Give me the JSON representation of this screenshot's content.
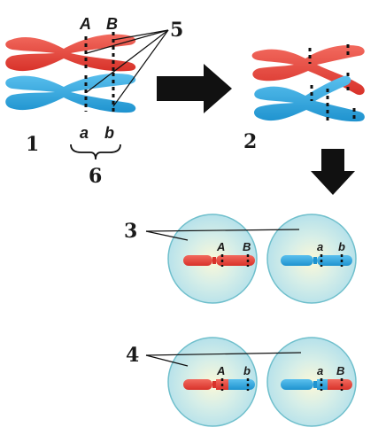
{
  "colors": {
    "red": "#e8403a",
    "red_dark": "#c9281f",
    "blue": "#37a8e0",
    "blue_dark": "#1d88c3",
    "cell_fill": "#bfe6ec",
    "cell_stroke": "#6fbfcc",
    "cell_center": "#f8f6d2"
  },
  "labels": {
    "n1": "1",
    "n2": "2",
    "n3": "3",
    "n4": "4",
    "n5": "5",
    "n6": "6"
  },
  "genes": {
    "top_A": "A",
    "top_B": "B",
    "bottom_a": "a",
    "bottom_b": "b",
    "cell3_left_A": "A",
    "cell3_left_B": "B",
    "cell3_right_a": "a",
    "cell3_right_b": "b",
    "cell4_left_A": "A",
    "cell4_left_b": "b",
    "cell4_right_a": "a",
    "cell4_right_B": "B"
  },
  "icons": [
    "arrow-right-icon",
    "arrow-down-icon"
  ]
}
